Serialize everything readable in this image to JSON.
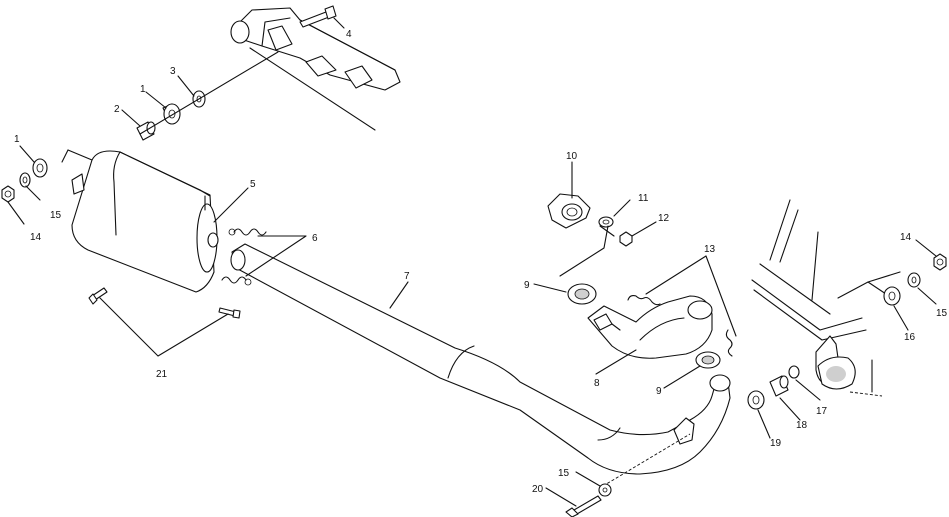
{
  "labels": [
    {
      "id": "lbl-4-top",
      "text": "4"
    },
    {
      "id": "lbl-3",
      "text": "3"
    },
    {
      "id": "lbl-2",
      "text": "2"
    },
    {
      "id": "lbl-1-a",
      "text": "1"
    },
    {
      "id": "lbl-1-b",
      "text": "1"
    },
    {
      "id": "lbl-14-left",
      "text": "14"
    },
    {
      "id": "lbl-15-left",
      "text": "15"
    },
    {
      "id": "lbl-5",
      "text": "5"
    },
    {
      "id": "lbl-6",
      "text": "6"
    },
    {
      "id": "lbl-7",
      "text": "7"
    },
    {
      "id": "lbl-21",
      "text": "21"
    },
    {
      "id": "lbl-10-top",
      "text": "10"
    },
    {
      "id": "lbl-11",
      "text": "11"
    },
    {
      "id": "lbl-12",
      "text": "12"
    },
    {
      "id": "lbl-13",
      "text": "13"
    },
    {
      "id": "lbl-9-a",
      "text": "9"
    },
    {
      "id": "lbl-8",
      "text": "8"
    },
    {
      "id": "lbl-9-b",
      "text": "9"
    },
    {
      "id": "lbl-14-right",
      "text": "14"
    },
    {
      "id": "lbl-15-right",
      "text": "15"
    },
    {
      "id": "lbl-16",
      "text": "16"
    },
    {
      "id": "lbl-17",
      "text": "17"
    },
    {
      "id": "lbl-18",
      "text": "18"
    },
    {
      "id": "lbl-19",
      "text": "19"
    },
    {
      "id": "lbl-15-bottom",
      "text": "15"
    },
    {
      "id": "lbl-20",
      "text": "20"
    }
  ]
}
